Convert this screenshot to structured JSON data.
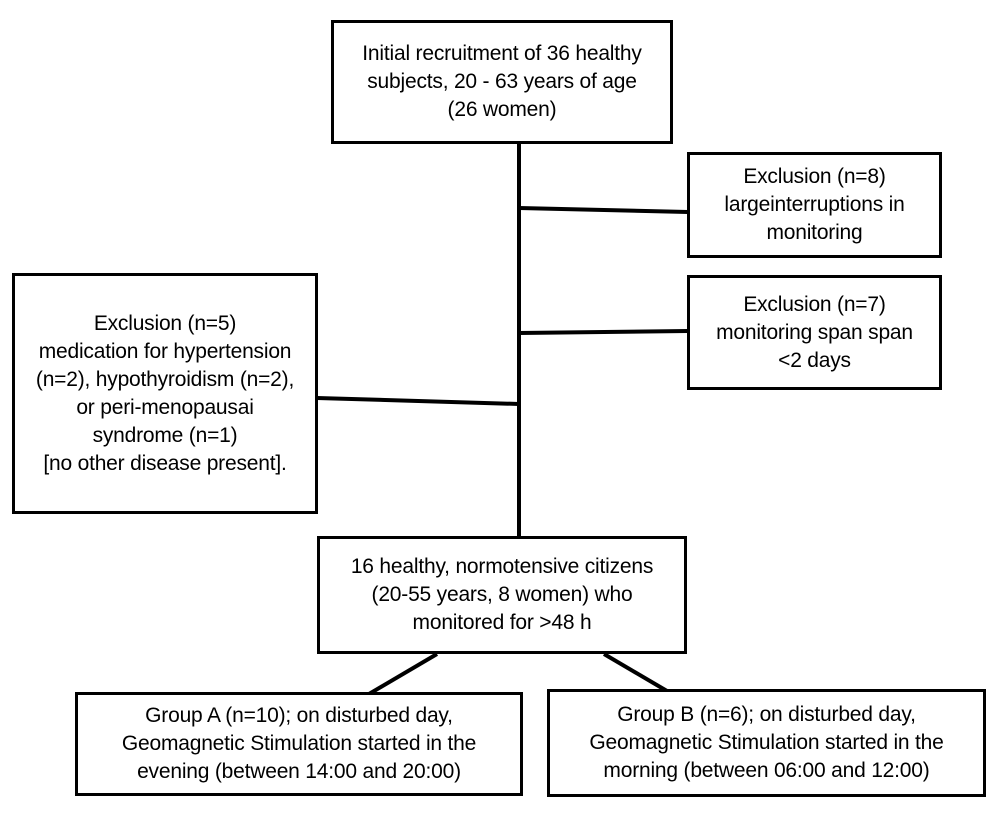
{
  "diagram": {
    "colors": {
      "background": "#ffffff",
      "box_border": "#000000",
      "line": "#000000",
      "text": "#000000"
    },
    "nodes": {
      "initial_recruitment": {
        "lines": [
          "Initial recruitment of 36 healthy",
          "subjects, 20 - 63 years of age",
          "(26 women)"
        ]
      },
      "exclusion_n8": {
        "lines": [
          "Exclusion (n=8)",
          "largeinterruptions in",
          "monitoring"
        ]
      },
      "exclusion_n7": {
        "lines": [
          "Exclusion (n=7)",
          "monitoring span span",
          "<2 days"
        ]
      },
      "exclusion_n5": {
        "lines": [
          "Exclusion (n=5)",
          "medication for hypertension",
          "(n=2), hypothyroidism (n=2),",
          "or peri-menopausai",
          "syndrome (n=1)",
          "[no other disease present]."
        ]
      },
      "final_cohort": {
        "lines": [
          "16 healthy, normotensive citizens",
          "(20-55 years, 8 women) who",
          "monitored for >48 h"
        ]
      },
      "group_a": {
        "lines": [
          "Group A (n=10); on disturbed day,",
          "Geomagnetic Stimulation started in the",
          "evening (between 14:00 and 20:00)"
        ]
      },
      "group_b": {
        "lines": [
          "Group B (n=6); on disturbed day,",
          "Geomagnetic Stimulation started in the",
          "morning (between 06:00 and 12:00)"
        ]
      }
    }
  }
}
